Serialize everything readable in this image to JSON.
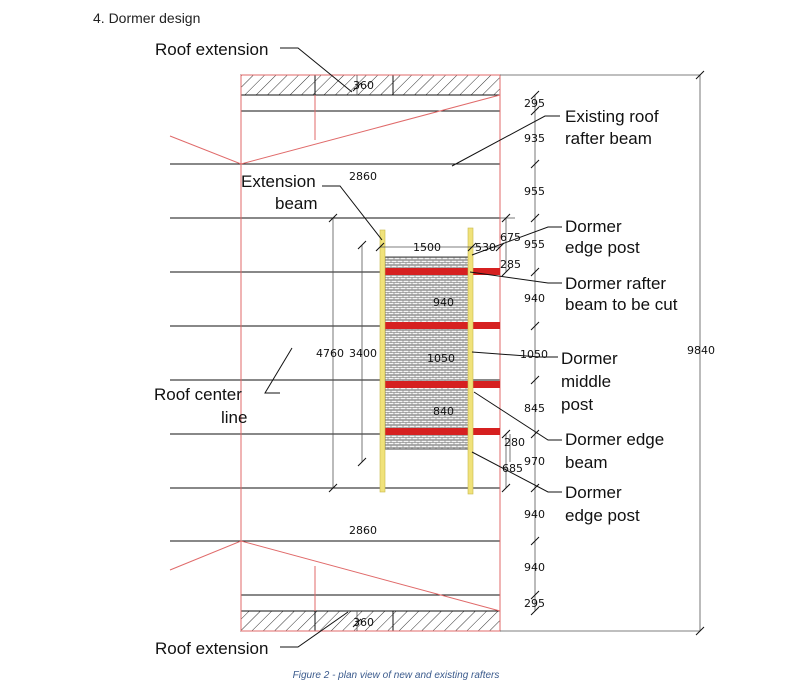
{
  "heading": "4. Dormer design",
  "caption": "Figure 2 - plan view of new and existing rafters",
  "callouts": {
    "roof_extension_top": "Roof extension",
    "roof_extension_bottom": "Roof extension",
    "existing_rafter_l1": "Existing roof",
    "existing_rafter_l2": "rafter beam",
    "extension_beam_l1": "Extension",
    "extension_beam_l2": "beam",
    "dormer_edge_post_top_l1": "Dormer",
    "dormer_edge_post_top_l2": "edge post",
    "dormer_rafter_cut_l1": "Dormer rafter",
    "dormer_rafter_cut_l2": "beam to be cut",
    "dormer_middle_post_l1": "Dormer",
    "dormer_middle_post_l2": "middle",
    "dormer_middle_post_l3": "post",
    "roof_center_line_l1": "Roof center",
    "roof_center_line_l2": "line",
    "dormer_edge_beam_l1": "Dormer edge",
    "dormer_edge_beam_l2": "beam",
    "dormer_edge_post_bottom_l1": "Dormer",
    "dormer_edge_post_bottom_l2": "edge post"
  },
  "dimensions": {
    "ext_top": "360",
    "ext_bottom": "360",
    "span_top": "2860",
    "span_bottom": "2860",
    "dormer_width": "1500",
    "offset_530": "530",
    "offset_675": "675",
    "offset_285": "285",
    "offset_280": "280",
    "offset_685": "685",
    "total_left": "4760",
    "dormer_length": "3400",
    "inner_940": "940",
    "inner_1050": "1050",
    "inner_840": "840",
    "total_right": "9840",
    "right_chain": [
      "295",
      "935",
      "955",
      "955",
      "940",
      "1050",
      "845",
      "970",
      "940",
      "940",
      "295"
    ]
  },
  "colors": {
    "existing_roof_lines": "#e06a6a",
    "dormer_rafter": "#d62020",
    "edge_post": "#f0e27a",
    "caption": "#3a5a8c"
  }
}
